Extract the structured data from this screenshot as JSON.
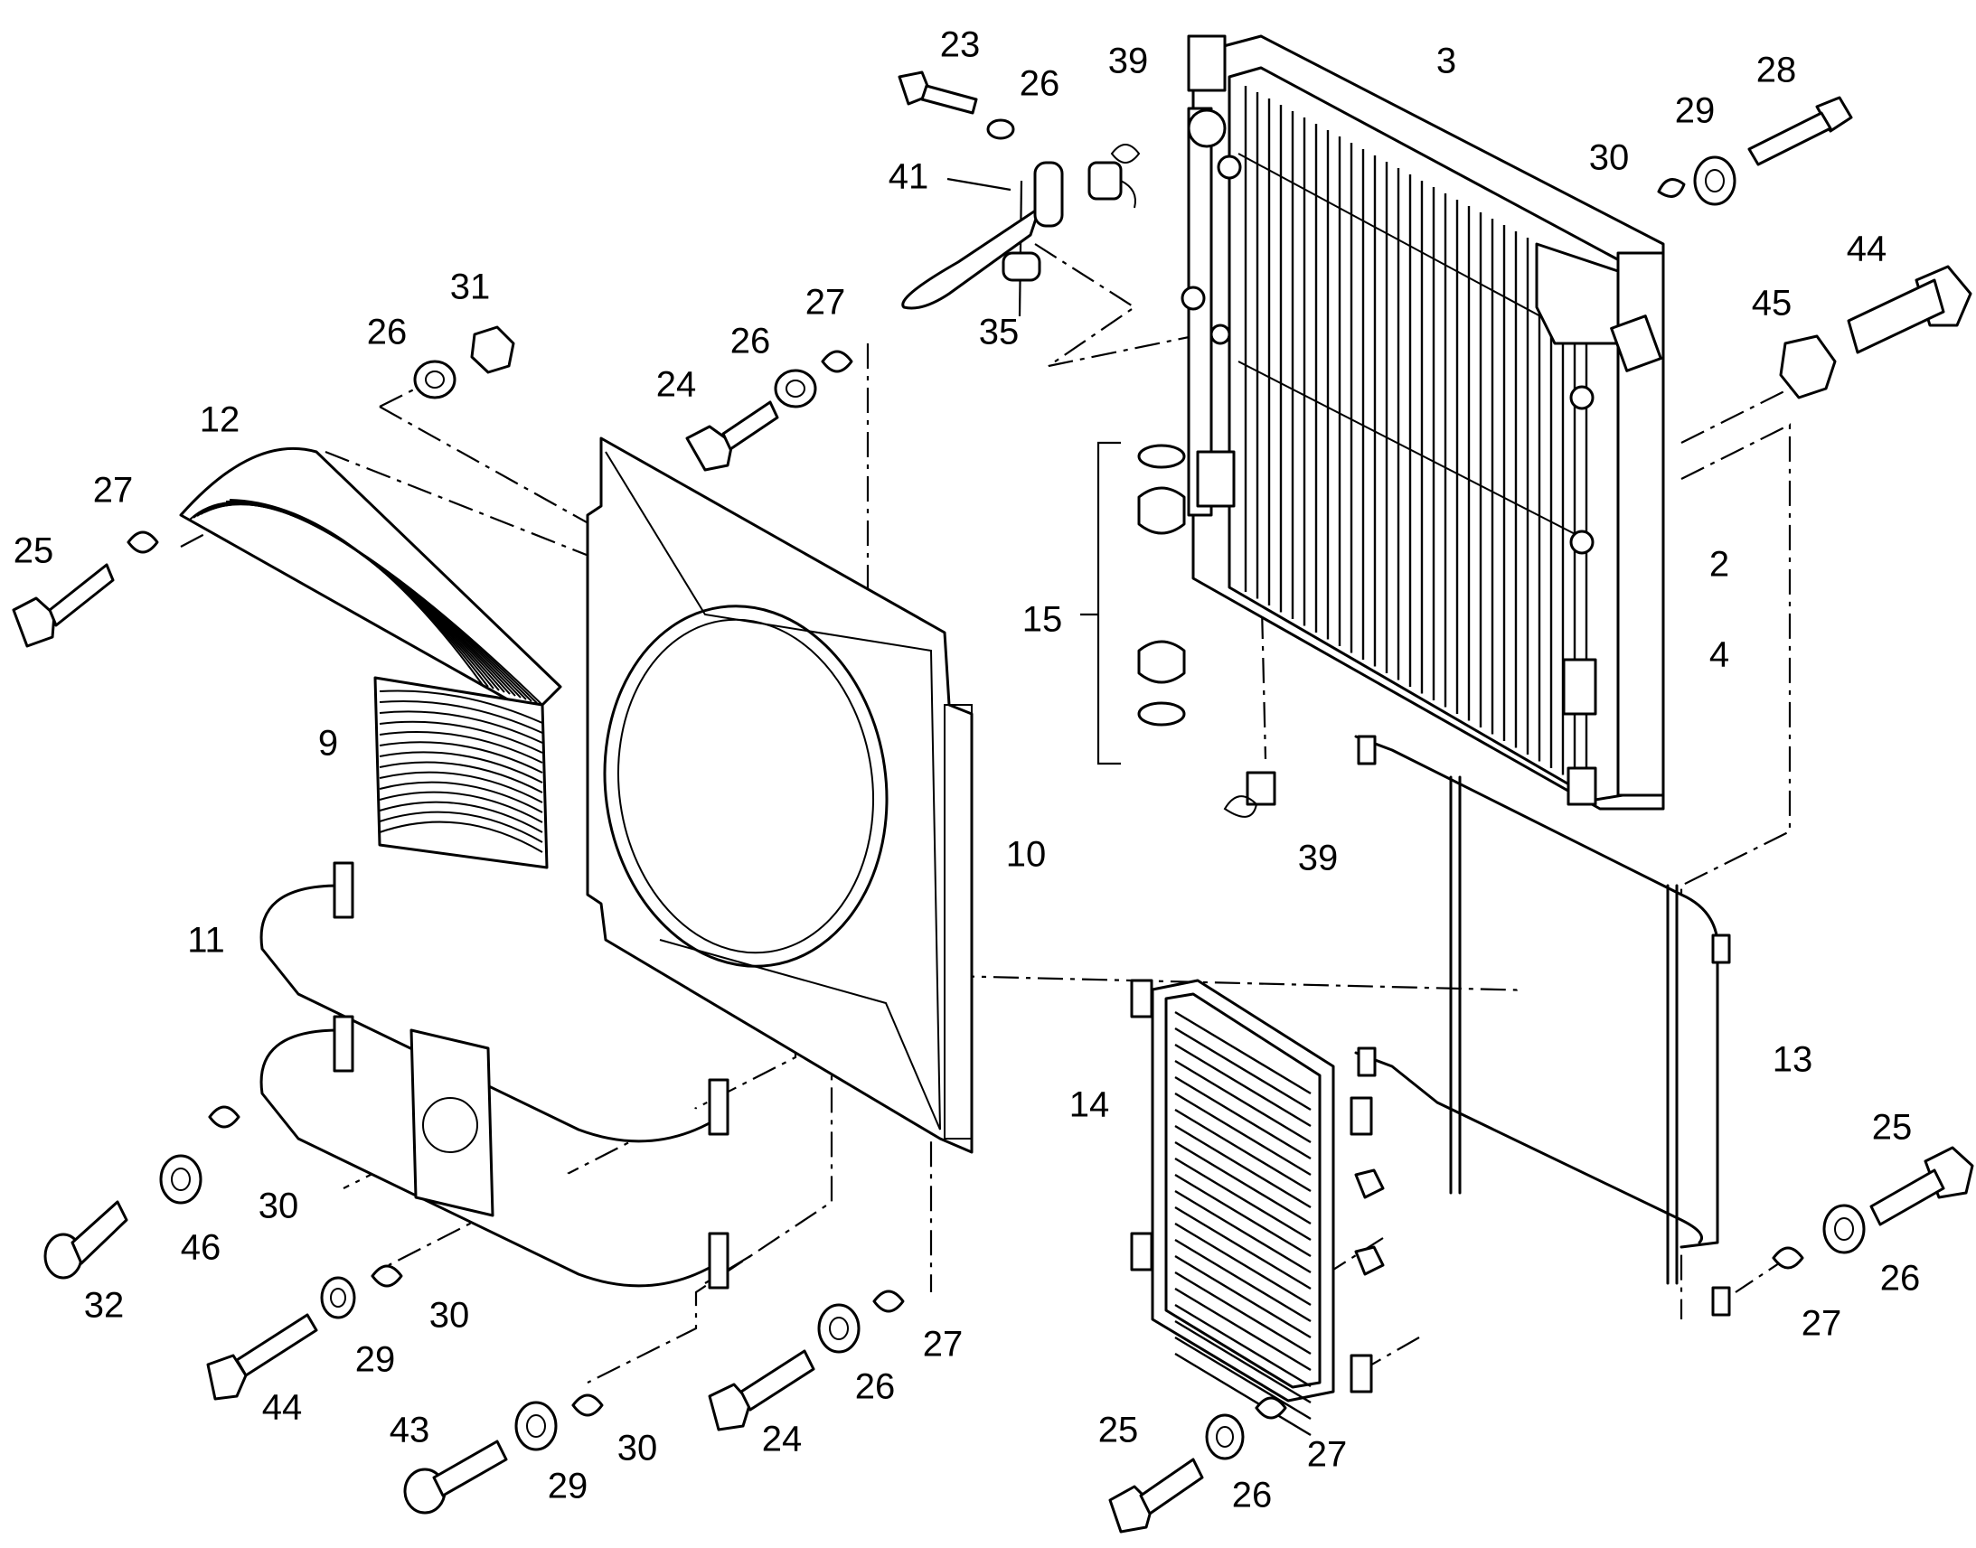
{
  "callouts": {
    "c23": "23",
    "c26_top": "26",
    "c39_top": "39",
    "c41": "41",
    "c35": "35",
    "c3": "3",
    "c28": "28",
    "c29_top": "29",
    "c30_top": "30",
    "c44_top": "44",
    "c45": "45",
    "c2": "2",
    "c4": "4",
    "c15": "15",
    "c39_bottom": "39",
    "c31": "31",
    "c26_a": "26",
    "c12": "12",
    "c27_a": "27",
    "c25_a": "25",
    "c27_b": "27",
    "c26_b": "26",
    "c24_a": "24",
    "c9": "9",
    "c10": "10",
    "c11": "11",
    "c30_a": "30",
    "c46": "46",
    "c32": "32",
    "c30_b": "30",
    "c29_b": "29",
    "c44_b": "44",
    "c43": "43",
    "c29_c": "29",
    "c30_c": "30",
    "c24_b": "24",
    "c26_c": "26",
    "c27_c": "27",
    "c14": "14",
    "c13": "13",
    "c25_b": "25",
    "c26_d": "26",
    "c27_d": "27",
    "c25_c": "25",
    "c26_e": "26",
    "c27_e": "27"
  }
}
